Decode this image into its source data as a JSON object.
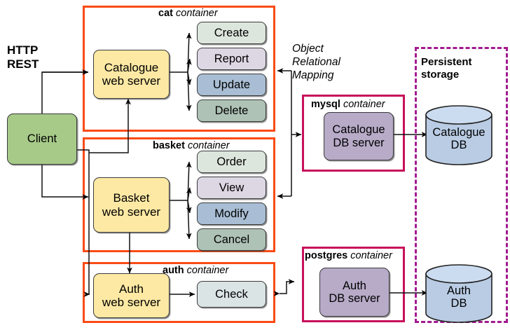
{
  "diagram": {
    "title_labels": {
      "http_rest": "HTTP\nREST",
      "orm": "Object\nRelational\nMapping",
      "persistent_storage": "Persistent\nstorage"
    },
    "containers": [
      {
        "id": "cat",
        "name": "cat",
        "suffix": "container",
        "color": "#fa4b16"
      },
      {
        "id": "basket",
        "name": "basket",
        "suffix": "container",
        "color": "#fa4b16"
      },
      {
        "id": "auth",
        "name": "auth",
        "suffix": "container",
        "color": "#fa4b16"
      },
      {
        "id": "mysql",
        "name": "mysql",
        "suffix": "container",
        "color": "#c8105a"
      },
      {
        "id": "postgres",
        "name": "postgres",
        "suffix": "container",
        "color": "#c8105a"
      }
    ],
    "nodes": {
      "client": "Client",
      "catalogue_web_server": "Catalogue\nweb server",
      "basket_web_server": "Basket\nweb server",
      "auth_web_server": "Auth\nweb server",
      "catalogue_db_server": "Catalogue\nDB server",
      "auth_db_server": "Auth\nDB server"
    },
    "cat_operations": [
      {
        "label": "Create",
        "color": "#dde6dd"
      },
      {
        "label": "Report",
        "color": "#ddd7e4"
      },
      {
        "label": "Update",
        "color": "#a9bed4"
      },
      {
        "label": "Delete",
        "color": "#aec2b6"
      }
    ],
    "basket_operations": [
      {
        "label": "Order",
        "color": "#dde6dd"
      },
      {
        "label": "View",
        "color": "#ddd7e4"
      },
      {
        "label": "Modify",
        "color": "#a9bed4"
      },
      {
        "label": "Cancel",
        "color": "#aec2b6"
      }
    ],
    "auth_operations": [
      {
        "label": "Check",
        "color": "#dbe4e4"
      }
    ],
    "databases": [
      {
        "label": "Catalogue\nDB",
        "color": "#b9cce4"
      },
      {
        "label": "Auth\nDB",
        "color": "#b9cce4"
      }
    ],
    "colors": {
      "web_server": "#fde9a4",
      "db_server": "#b7abc8",
      "client": "#a7ca89",
      "container_app": "#fa4b16",
      "container_db": "#c8105a",
      "persistent_storage": "#a21a8f",
      "database_cylinder": "#b9cce4",
      "stroke": "#000000"
    }
  }
}
